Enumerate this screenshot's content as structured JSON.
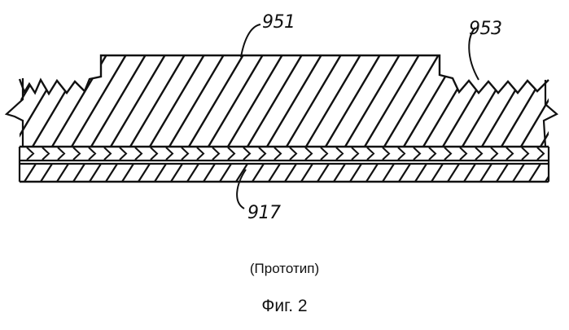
{
  "labels": {
    "upper_layer": "951",
    "surface_texture": "953",
    "substrate": "917"
  },
  "caption": {
    "note": "(Прототип)",
    "figure": "Фиг. 2"
  }
}
